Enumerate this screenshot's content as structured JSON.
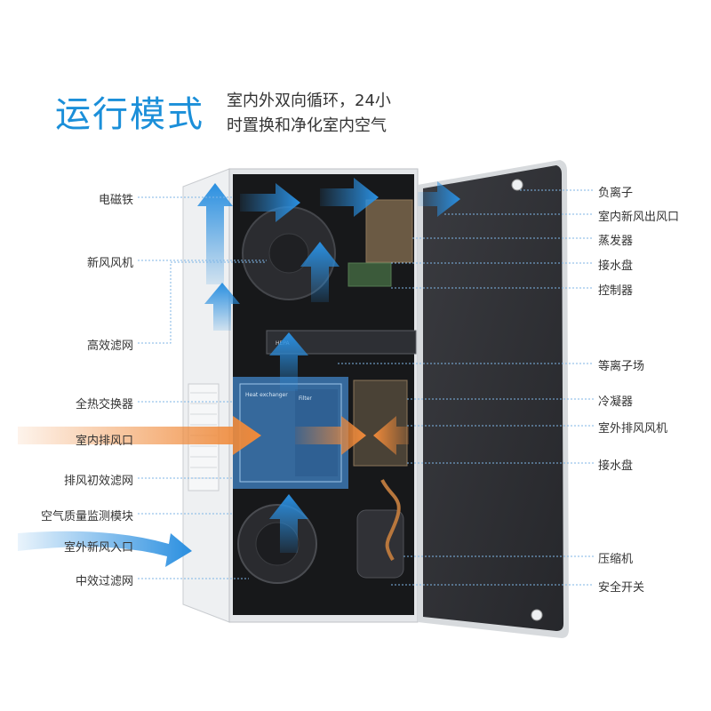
{
  "header": {
    "title": "运行模式",
    "subtitle_line1": "室内外双向循环，24小",
    "subtitle_line2": "时置换和净化室内空气"
  },
  "left_labels": {
    "electromagnet": "电磁铁",
    "fresh_air_fan": "新风风机",
    "hepa_filter": "高效滤网",
    "heat_exchanger": "全热交换器",
    "indoor_exhaust_inlet": "室内排风口",
    "exhaust_primary_filter": "排风初效滤网",
    "air_quality_module": "空气质量监测模块",
    "outdoor_fresh_air_inlet": "室外新风入口",
    "medium_filter": "中效过滤网"
  },
  "right_labels": {
    "negative_ion": "负离子",
    "indoor_fresh_air_outlet": "室内新风出风口",
    "evaporator": "蒸发器",
    "drain_pan_top": "接水盘",
    "controller": "控制器",
    "plasma_field": "等离子场",
    "condenser": "冷凝器",
    "outdoor_exhaust_fan": "室外排风风机",
    "drain_pan_bottom": "接水盘",
    "compressor": "压缩机",
    "safety_switch": "安全开关"
  },
  "panel_text": {
    "hepa_label": "HEPA",
    "exchanger_label": "Heat exchanger",
    "filter_label": "Filter"
  },
  "colors": {
    "accent_blue": "#1b8fd9",
    "arrow_blue": "#2a8fe0",
    "arrow_orange": "#f08a3a",
    "panel_dark": "#2e2f33",
    "unit_shell": "#e9ebee"
  }
}
